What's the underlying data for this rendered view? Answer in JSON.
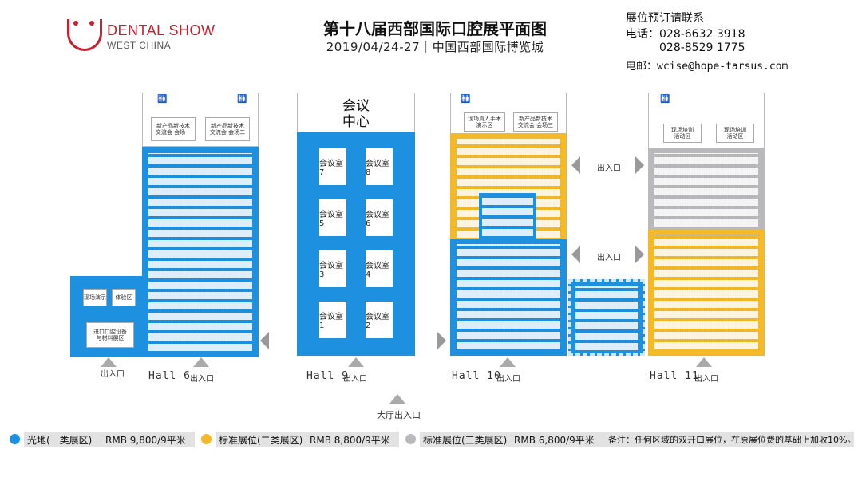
{
  "header": {
    "logo_name": "DENTAL SHOW",
    "logo_sub": "WEST CHINA",
    "title": "第十八届西部国际口腔展平面图",
    "subtitle": "2019/04/24-27｜中国西部国际博览城",
    "contact_heading": "展位预订请联系",
    "phone_label": "电话：028-6632 3918",
    "phone2": "028-8529 1775",
    "email_label": "电邮：wcise@hope-tarsus.com"
  },
  "halls": {
    "hall6": {
      "label": "Hall 6",
      "exit": "出入口",
      "side_exit": "出入口",
      "forum1": "新产品新技术\n交流会 会场一",
      "forum2": "新产品新技术\n交流会 会场二",
      "side_box_a": "现场演示",
      "side_box_b": "体验区",
      "side_box_c": "进口口腔设备\n与材料展区"
    },
    "hall9": {
      "label": "Hall 9",
      "exit": "出入口",
      "conference": "会议\n中心",
      "rooms": [
        "会议室7",
        "会议室8",
        "会议室5",
        "会议室6",
        "会议室3",
        "会议室4",
        "会议室1",
        "会议室2"
      ]
    },
    "hall10": {
      "label": "Hall 10",
      "exit": "出入口",
      "zone1": "现场真人手术\n演示区",
      "zone2": "新产品新技术\n交流会 会场三",
      "side_exit_1": "出入口",
      "side_exit_2": "出入口"
    },
    "hall11": {
      "label": "Hall 11",
      "exit": "出入口",
      "zone1": "现场培训\n活动区",
      "zone2": "现场培训\n活动区"
    },
    "main_exit": "大厅出入口"
  },
  "legend": [
    {
      "name": "光地(一类展区)",
      "price": "RMB 9,800/9平米",
      "color": "#1e90e0"
    },
    {
      "name": "标准展位(二类展区)",
      "price": "RMB 8,800/9平米",
      "color": "#f3b929"
    },
    {
      "name": "标准展位(三类展区)",
      "price": "RMB 6,800/9平米",
      "color": "#b9b9bb"
    }
  ],
  "note": "备注：任何区域的双开口展位，在原展位费的基础上加收10%。",
  "colors": {
    "blue": "#1e90e0",
    "yellow": "#f3b929",
    "gray": "#b9b9bb",
    "logo_red": "#c8202f"
  }
}
